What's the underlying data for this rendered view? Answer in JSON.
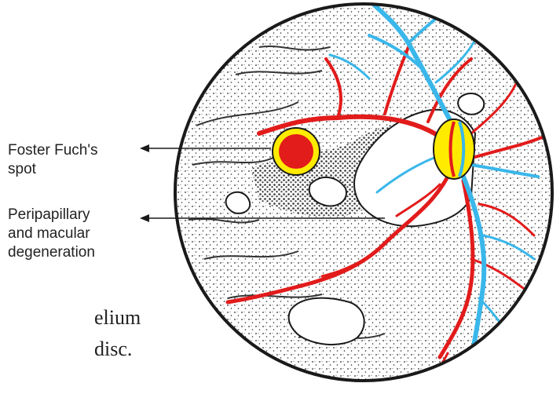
{
  "labels": {
    "foster_fuchs_spot": "Foster Fuch's\nspot",
    "peripapillary_degeneration": "Peripapillary\nand macular\ndegeneration"
  },
  "text_fragments": {
    "line1": "elium",
    "line2": "disc."
  },
  "colors": {
    "vessel_red": "#e21b1b",
    "vessel_blue": "#3ab7ea",
    "spot_yellow": "#ffeb00",
    "outline": "#1a1a1a"
  }
}
